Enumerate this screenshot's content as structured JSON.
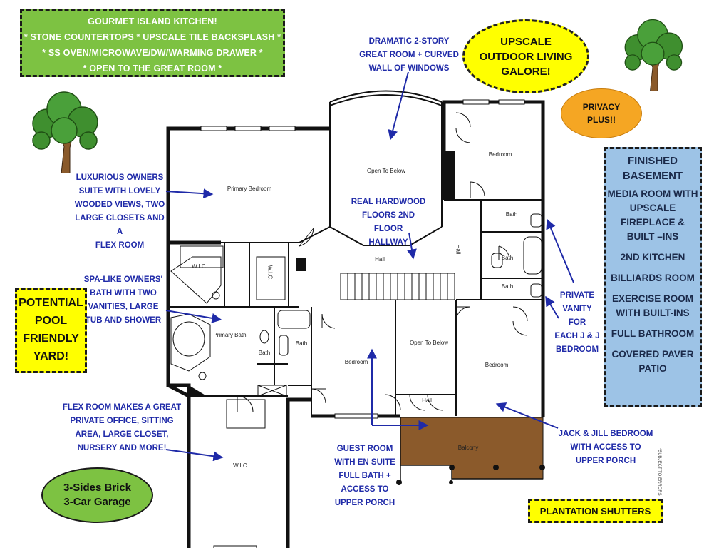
{
  "kitchen_box": {
    "title": "GOURMET ISLAND KITCHEN!",
    "line1": "* STONE COUNTERTOPS  * UPSCALE TILE BACKSPLASH *",
    "line2": "* SS OVEN/MICROWAVE/DW/WARMING DRAWER *",
    "line3": "* OPEN TO THE GREAT ROOM *"
  },
  "upscale_oval": {
    "line1": "UPSCALE",
    "line2": "OUTDOOR LIVING",
    "line3": "GALORE!"
  },
  "privacy_oval": {
    "line1": "PRIVACY",
    "line2": "PLUS!!"
  },
  "basement_box": {
    "title1": "FINISHED",
    "title2": "BASEMENT",
    "items": [
      "MEDIA ROOM WITH UPSCALE FIREPLACE & BUILT –INS",
      "2ND KITCHEN",
      "BILLIARDS ROOM",
      "EXERCISE ROOM WITH BUILT-INS",
      "FULL BATHROOM",
      "COVERED PAVER PATIO"
    ]
  },
  "pool_box": {
    "line1": "POTENTIAL",
    "line2": "POOL",
    "line3": "FRIENDLY",
    "line4": "YARD!"
  },
  "brick_oval": {
    "line1": "3-Sides Brick",
    "line2": "3-Car Garage"
  },
  "shutters_box": {
    "label": "PLANTATION SHUTTERS"
  },
  "notes": {
    "great_room": [
      "DRAMATIC 2-STORY",
      "GREAT ROOM + CURVED",
      "WALL OF WINDOWS"
    ],
    "owners_suite": [
      "LUXURIOUS OWNERS",
      "SUITE WITH LOVELY",
      "WOODED VIEWS, TWO",
      "LARGE CLOSETS AND A",
      "FLEX ROOM"
    ],
    "hardwood": [
      "REAL HARDWOOD",
      "FLOORS 2ND FLOOR",
      "HALLWAY"
    ],
    "spa_bath": [
      "SPA-LIKE OWNERS'",
      "BATH WITH TWO",
      "VANITIES, LARGE",
      "TUB AND SHOWER"
    ],
    "private_vanity": [
      "PRIVATE",
      "VANITY",
      "FOR",
      "EACH J & J",
      "BEDROOM"
    ],
    "flex_room": [
      "FLEX ROOM MAKES A GREAT",
      "PRIVATE OFFICE, SITTING",
      "AREA, LARGE CLOSET,",
      "NURSERY AND MORE!"
    ],
    "guest_room": [
      "GUEST ROOM",
      "WITH EN SUITE",
      "FULL BATH +",
      "ACCESS TO",
      "UPPER PORCH"
    ],
    "jack_jill": [
      "JACK & JILL BEDROOM",
      "WITH ACCESS TO",
      "UPPER PORCH"
    ]
  },
  "rooms": {
    "primary_bedroom": "Primary Bedroom",
    "open_to_below_1": "Open To Below",
    "bedroom_ne": "Bedroom",
    "bath_1": "Bath",
    "bath_2": "Bath",
    "bath_3": "Bath",
    "hall_main": "Hall",
    "hall_side": "Hall",
    "wic_1": "W.I.C.",
    "wic_2": "W.I.C.",
    "primary_bath": "Primary Bath",
    "bath_4": "Bath",
    "bath_5": "Bath",
    "bedroom_guest": "Bedroom",
    "open_to_below_2": "Open To Below",
    "bedroom_se": "Bedroom",
    "hall_bottom": "Hall",
    "wic_3": "W.I.C.",
    "balcony": "Balcony"
  },
  "disclaimer": "*SUBJECT TO ERRORS",
  "colors": {
    "green": "#7dc242",
    "yellow": "#ffff00",
    "orange": "#f5a623",
    "blue_box": "#9dc3e6",
    "note_blue": "#1f2aa8",
    "balcony": "#8b5a2b"
  }
}
